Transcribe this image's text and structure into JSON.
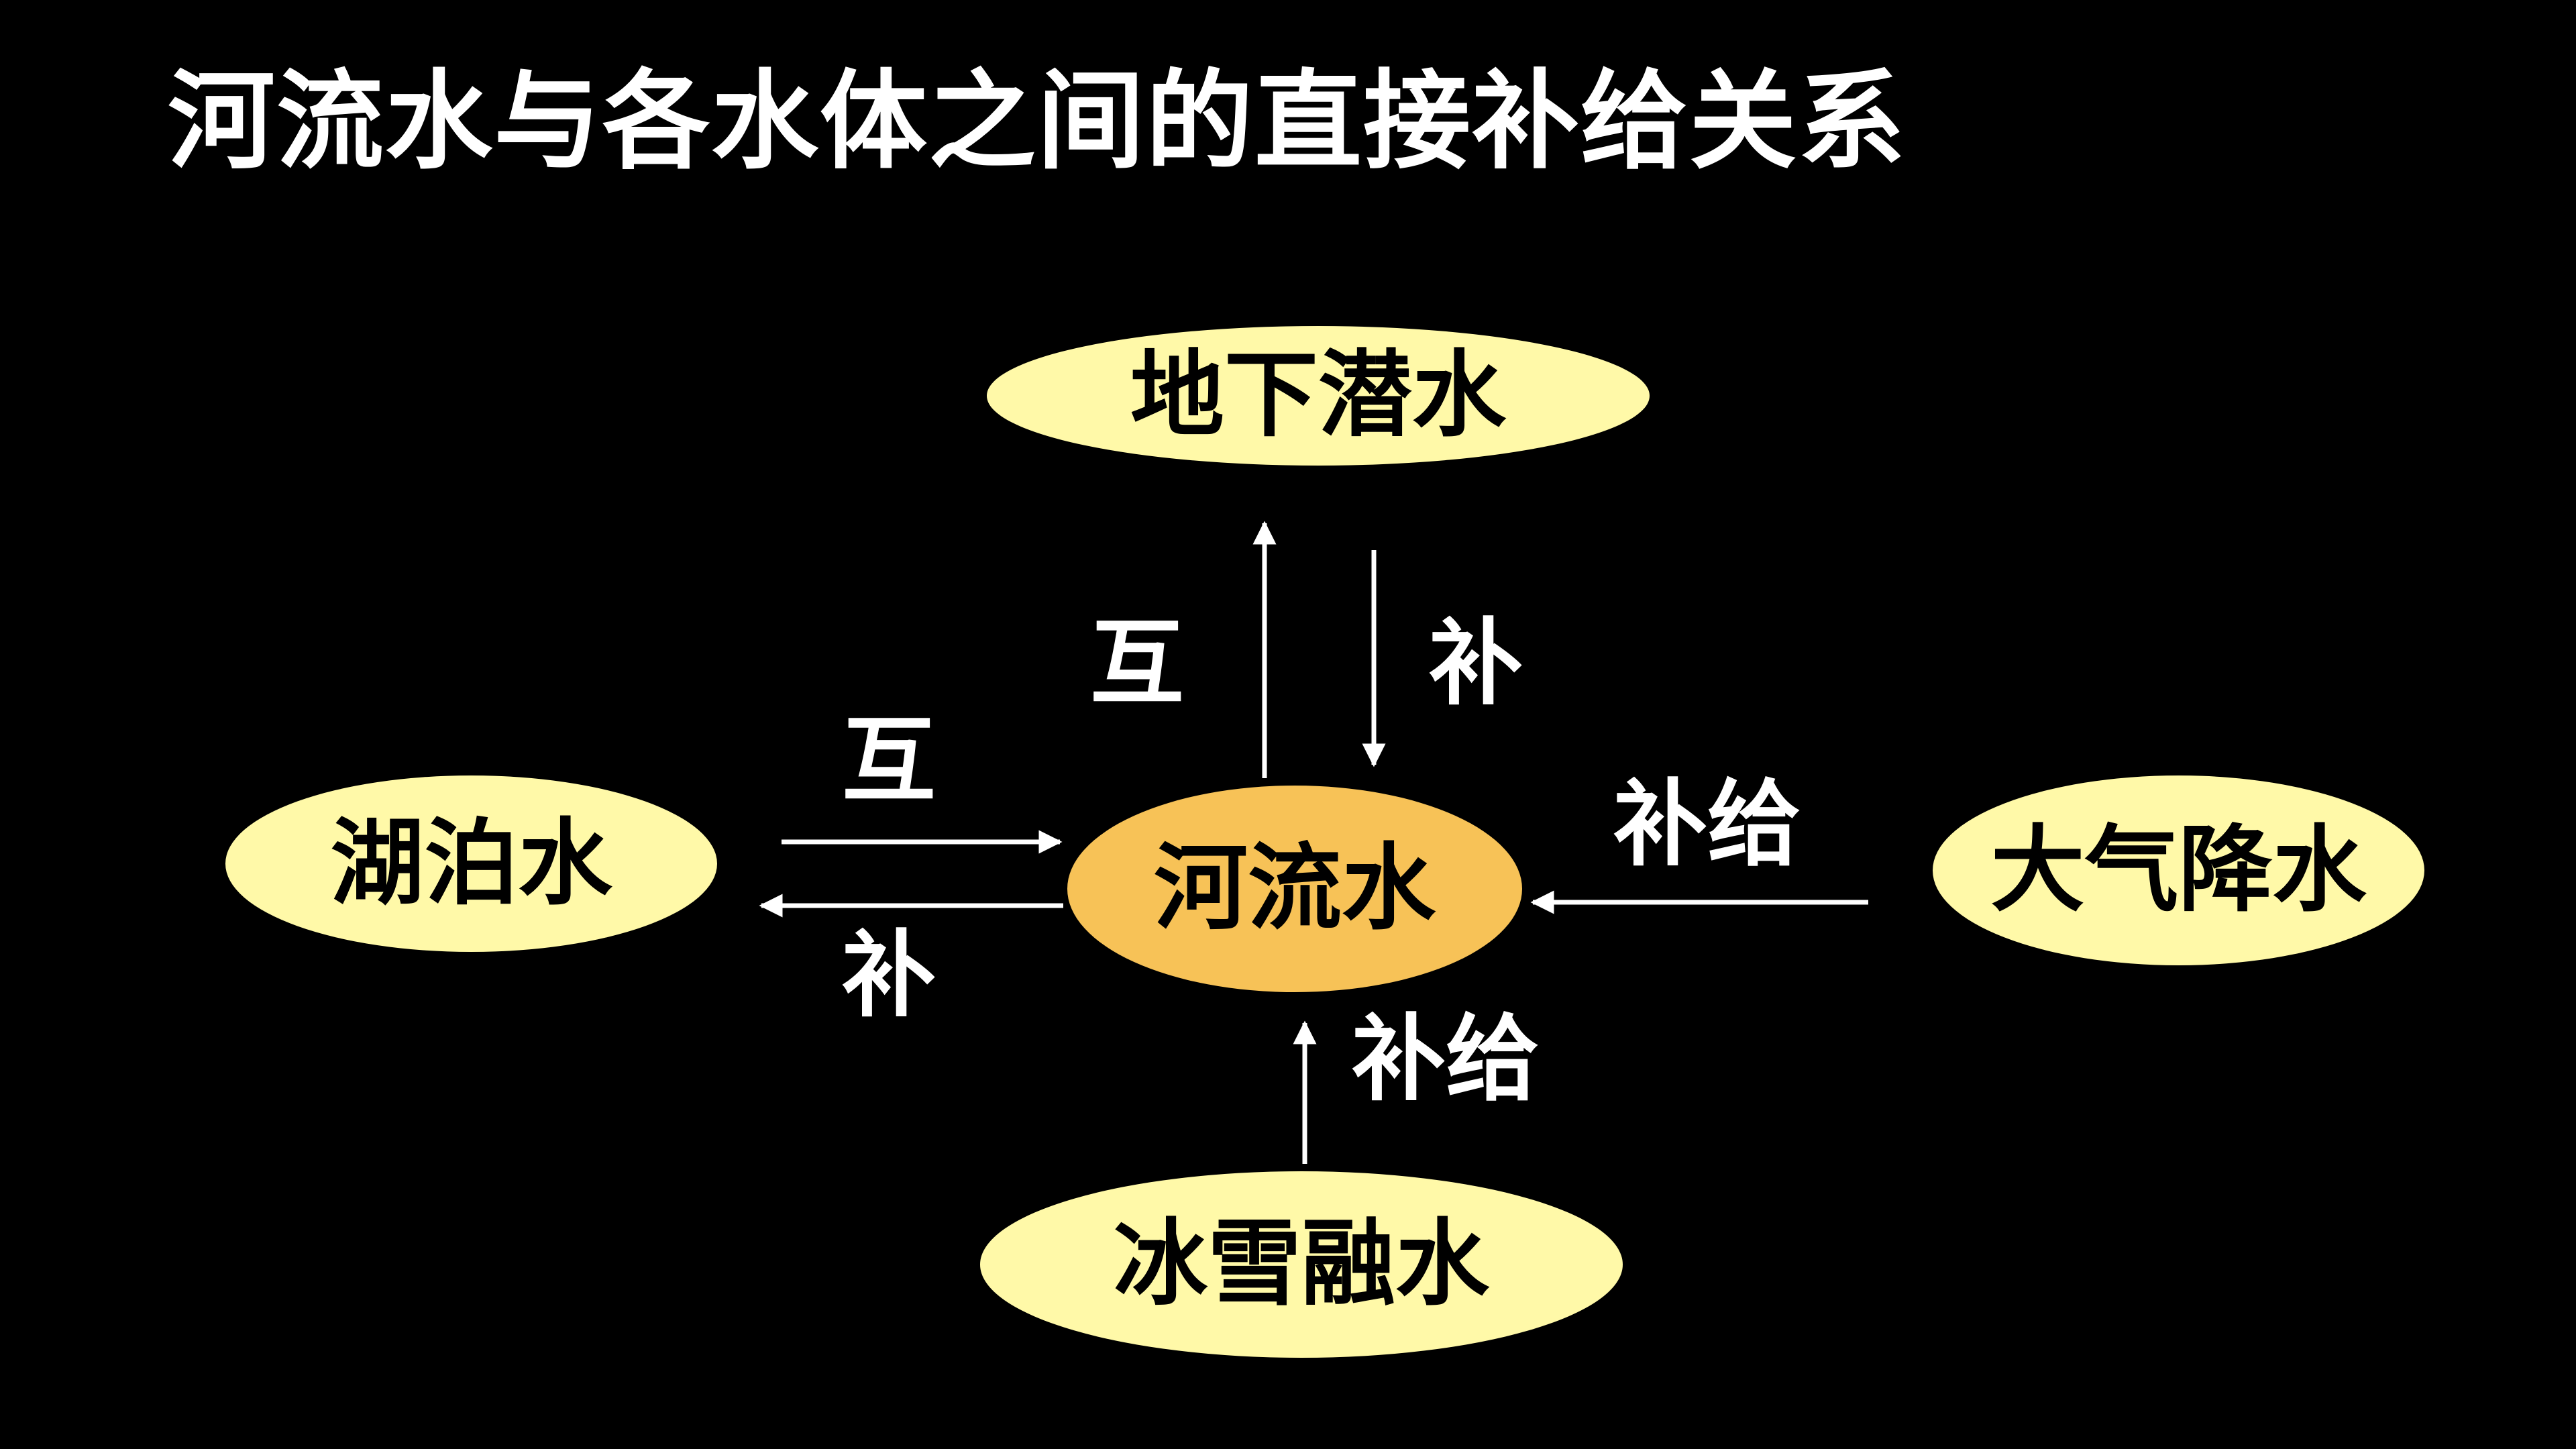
{
  "title": "河流水与各水体之间的直接补给关系",
  "nodes": {
    "top": "地下潜水",
    "left": "湖泊水",
    "center": "河流水",
    "right": "大气降水",
    "bottom": "冰雪融水"
  },
  "edge_labels": {
    "top_left": "互",
    "top_right": "补",
    "left_top": "互",
    "left_bottom": "补",
    "right": "补给",
    "bottom": "补给"
  },
  "colors": {
    "background": "#000000",
    "outer_node_fill": "#fff9a8",
    "center_node_fill": "#f7c257",
    "text_light": "#ffffff",
    "text_dark": "#000000"
  }
}
